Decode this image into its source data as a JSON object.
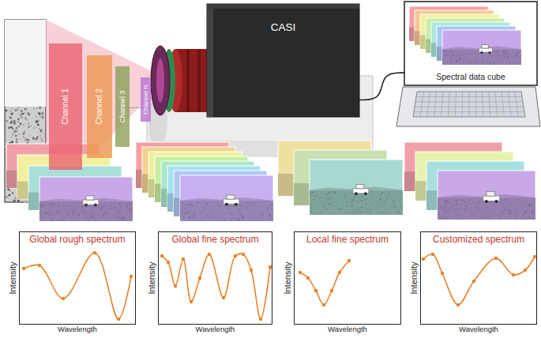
{
  "diagram": {
    "nodes": [
      {
        "text": [
          "Channel 1"
        ]
      },
      {
        "text": [
          "Channel 2"
        ]
      },
      {
        "text": [
          "Channel 3"
        ]
      },
      {
        "text": [
          "Channel N"
        ]
      },
      {
        "text": [
          "CASI"
        ]
      },
      {
        "text": [
          "Spectral data cube"
        ]
      },
      {
        "text": [
          "Global rough spectrum",
          "Intensity",
          "Wavelength"
        ]
      },
      {
        "text": [
          "Global fine spectrum",
          "Intensity",
          "Wavelength"
        ]
      },
      {
        "text": [
          "Local fine spectrum",
          "Intensity",
          "Wavelength"
        ]
      },
      {
        "text": [
          "Customized spectrum",
          "Intensity",
          "Wavelength"
        ]
      }
    ],
    "edges": [
      {
        "from": 4,
        "to": 5,
        "arrow": "none"
      }
    ],
    "labels": [
      "......"
    ]
  }
}
